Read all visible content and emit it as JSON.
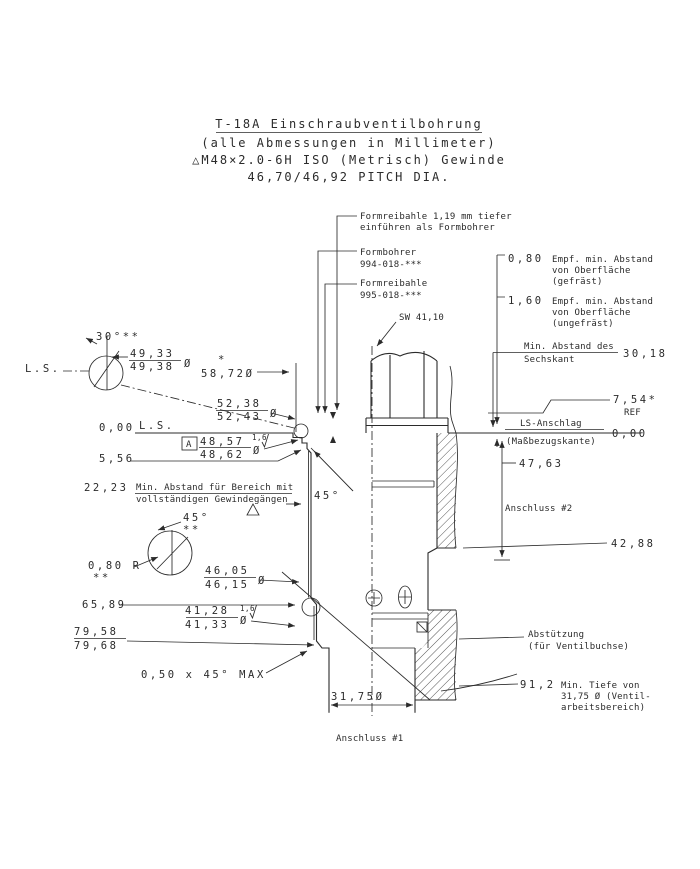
{
  "colors": {
    "ink": "#2b2b2b",
    "paper": "#ffffff"
  },
  "title": {
    "line1": "T-18A Einschraubventilbohrung",
    "line2": "(alle Abmessungen in Millimeter)",
    "line3": "△M48×2.0-6H ISO (Metrisch) Gewinde",
    "line4": "46,70/46,92 PITCH DIA."
  },
  "tool_notes": {
    "reamer_deeper1": "Formreibahle 1,19 mm tiefer",
    "reamer_deeper2": "einführen als Formbohrer",
    "drill1": "Formbohrer",
    "drill2": "994-018-***",
    "reamer1": "Formreibahle",
    "reamer2": "995-018-***",
    "hex_size": "SW 41,10"
  },
  "right_notes": {
    "milled_val": "0,80",
    "milled1": "Empf. min. Abstand",
    "milled2": "von Oberfläche",
    "milled3": "(gefräst)",
    "unmilled_val": "1,60",
    "unmilled1": "Empf. min. Abstand",
    "unmilled2": "von Oberfläche",
    "unmilled3": "(ungefräst)",
    "hex1": "Min. Abstand des",
    "hex2": "Sechskant",
    "hex_val": "30,18",
    "ref_val": "7,54*",
    "ref": "REF",
    "ls1": "LS-Anschlag",
    "ls2": "(Maßbezugskante)",
    "zero": "0,00",
    "depth_4763": "47,63",
    "port2": "Anschluss #2",
    "depth_4288": "42,88",
    "support1": "Abstützung",
    "support2": "(für Ventilbuchse)",
    "min_depth_val": "91,2",
    "min_depth1": "Min. Tiefe von",
    "min_depth2": "31,75 Ø (Ventil-",
    "min_depth3": "arbeitsbereich)"
  },
  "left_dims": {
    "ls": "L.S.",
    "angle30": "30°**",
    "d4933": "49,33",
    "d4938": "49,38",
    "star": "*",
    "d5872": "58,72Ø",
    "d5238": "52,38",
    "d5243": "52,43",
    "zero": "0,00",
    "ls_mid": "L.S.",
    "datum": "A",
    "d4857": "48,57",
    "d4862": "48,62",
    "rough": "1,6",
    "d556": "5,56",
    "d2223": "22,23",
    "thread1": "Min. Abstand für Bereich mit",
    "thread2": "vollständigen Gewindegängen",
    "deg45": "45°",
    "stars": "**",
    "radius": "0,80 R",
    "d4605": "46,05",
    "d4615": "46,15",
    "d6589": "65,89",
    "d4128": "41,28",
    "d4133": "41,33",
    "d7958": "79,58",
    "d7968": "79,68",
    "chamfer": "0,50 x 45° MAX",
    "d3175": "31,75Ø",
    "port1": "Anschluss #1",
    "dia": "Ø"
  }
}
